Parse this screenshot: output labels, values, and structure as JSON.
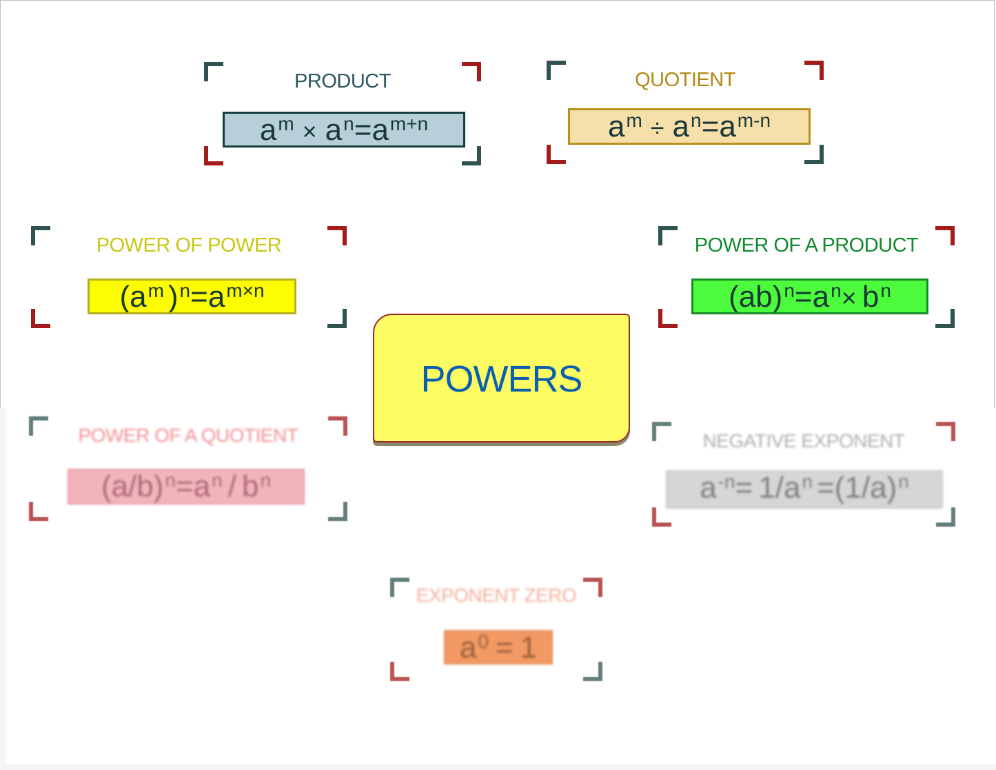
{
  "center": {
    "title": "POWERS",
    "fill_color": "#fdfc62",
    "text_color": "#0b5fb0"
  },
  "cards": {
    "product": {
      "label": "PRODUCT",
      "label_color": "#2e5660",
      "box_color": "#b7cfd8",
      "border_color": "#163e3e",
      "f": {
        "b1": "a",
        "s1": "m",
        "op": "×",
        "b2": "a",
        "s2": "n",
        "eq": "=",
        "b3": "a",
        "s3": "m+n"
      }
    },
    "quotient": {
      "label": "QUOTIENT",
      "label_color": "#b08a12",
      "box_color": "#f6dfa8",
      "border_color": "#b8901e",
      "f": {
        "b1": "a",
        "s1": "m",
        "op": "÷",
        "b2": "a",
        "s2": "n",
        "eq": "=",
        "b3": "a",
        "s3": "m-n"
      }
    },
    "power_of_power": {
      "label": "POWER OF POWER",
      "label_color": "#c9c614",
      "box_color": "#fdfc00",
      "border_color": "#b3b020",
      "f": {
        "open": "(a",
        "s1": "m",
        "close": ")",
        "s2": "n",
        "eq": "=",
        "b3": "a",
        "s3": "m×n"
      }
    },
    "power_of_product": {
      "label": "POWER OF A PRODUCT",
      "label_color": "#108a2c",
      "box_color": "#4cfc3c",
      "border_color": "#1b8a2a",
      "f": {
        "base": "(ab)",
        "s1": "n",
        "eq": "=",
        "b2": "a",
        "s2": "n",
        "op": "×",
        "b3": "b",
        "s3": "n"
      }
    },
    "power_of_quotient": {
      "label": "POWER OF A QUOTIENT",
      "label_color": "#f07a82",
      "box_color": "#f0a8b0",
      "border_color": "#e88a94",
      "f": {
        "base": "(a/b)",
        "s1": "n",
        "eq": "=",
        "b2": "a",
        "s2": "n",
        "op": "/",
        "b3": "b",
        "s3": "n"
      }
    },
    "negative_exponent": {
      "label": "NEGATIVE EXPONENT",
      "label_color": "#a0a0a0",
      "box_color": "#cfcfcf",
      "border_color": "#c2c2c2",
      "f": {
        "b1": "a",
        "s1": "-n",
        "eq": "=",
        "mid": "1/a",
        "s2": "n",
        "eq2": "=",
        "tail": "(1/a)",
        "s3": "n"
      }
    },
    "exponent_zero": {
      "label": "EXPONENT ZERO",
      "label_color": "#f4a08a",
      "box_color": "#f0884a",
      "border_color": "#e07838",
      "f": {
        "b1": "a",
        "s1": "0",
        "eq": "=",
        "rhs": "1"
      }
    }
  }
}
